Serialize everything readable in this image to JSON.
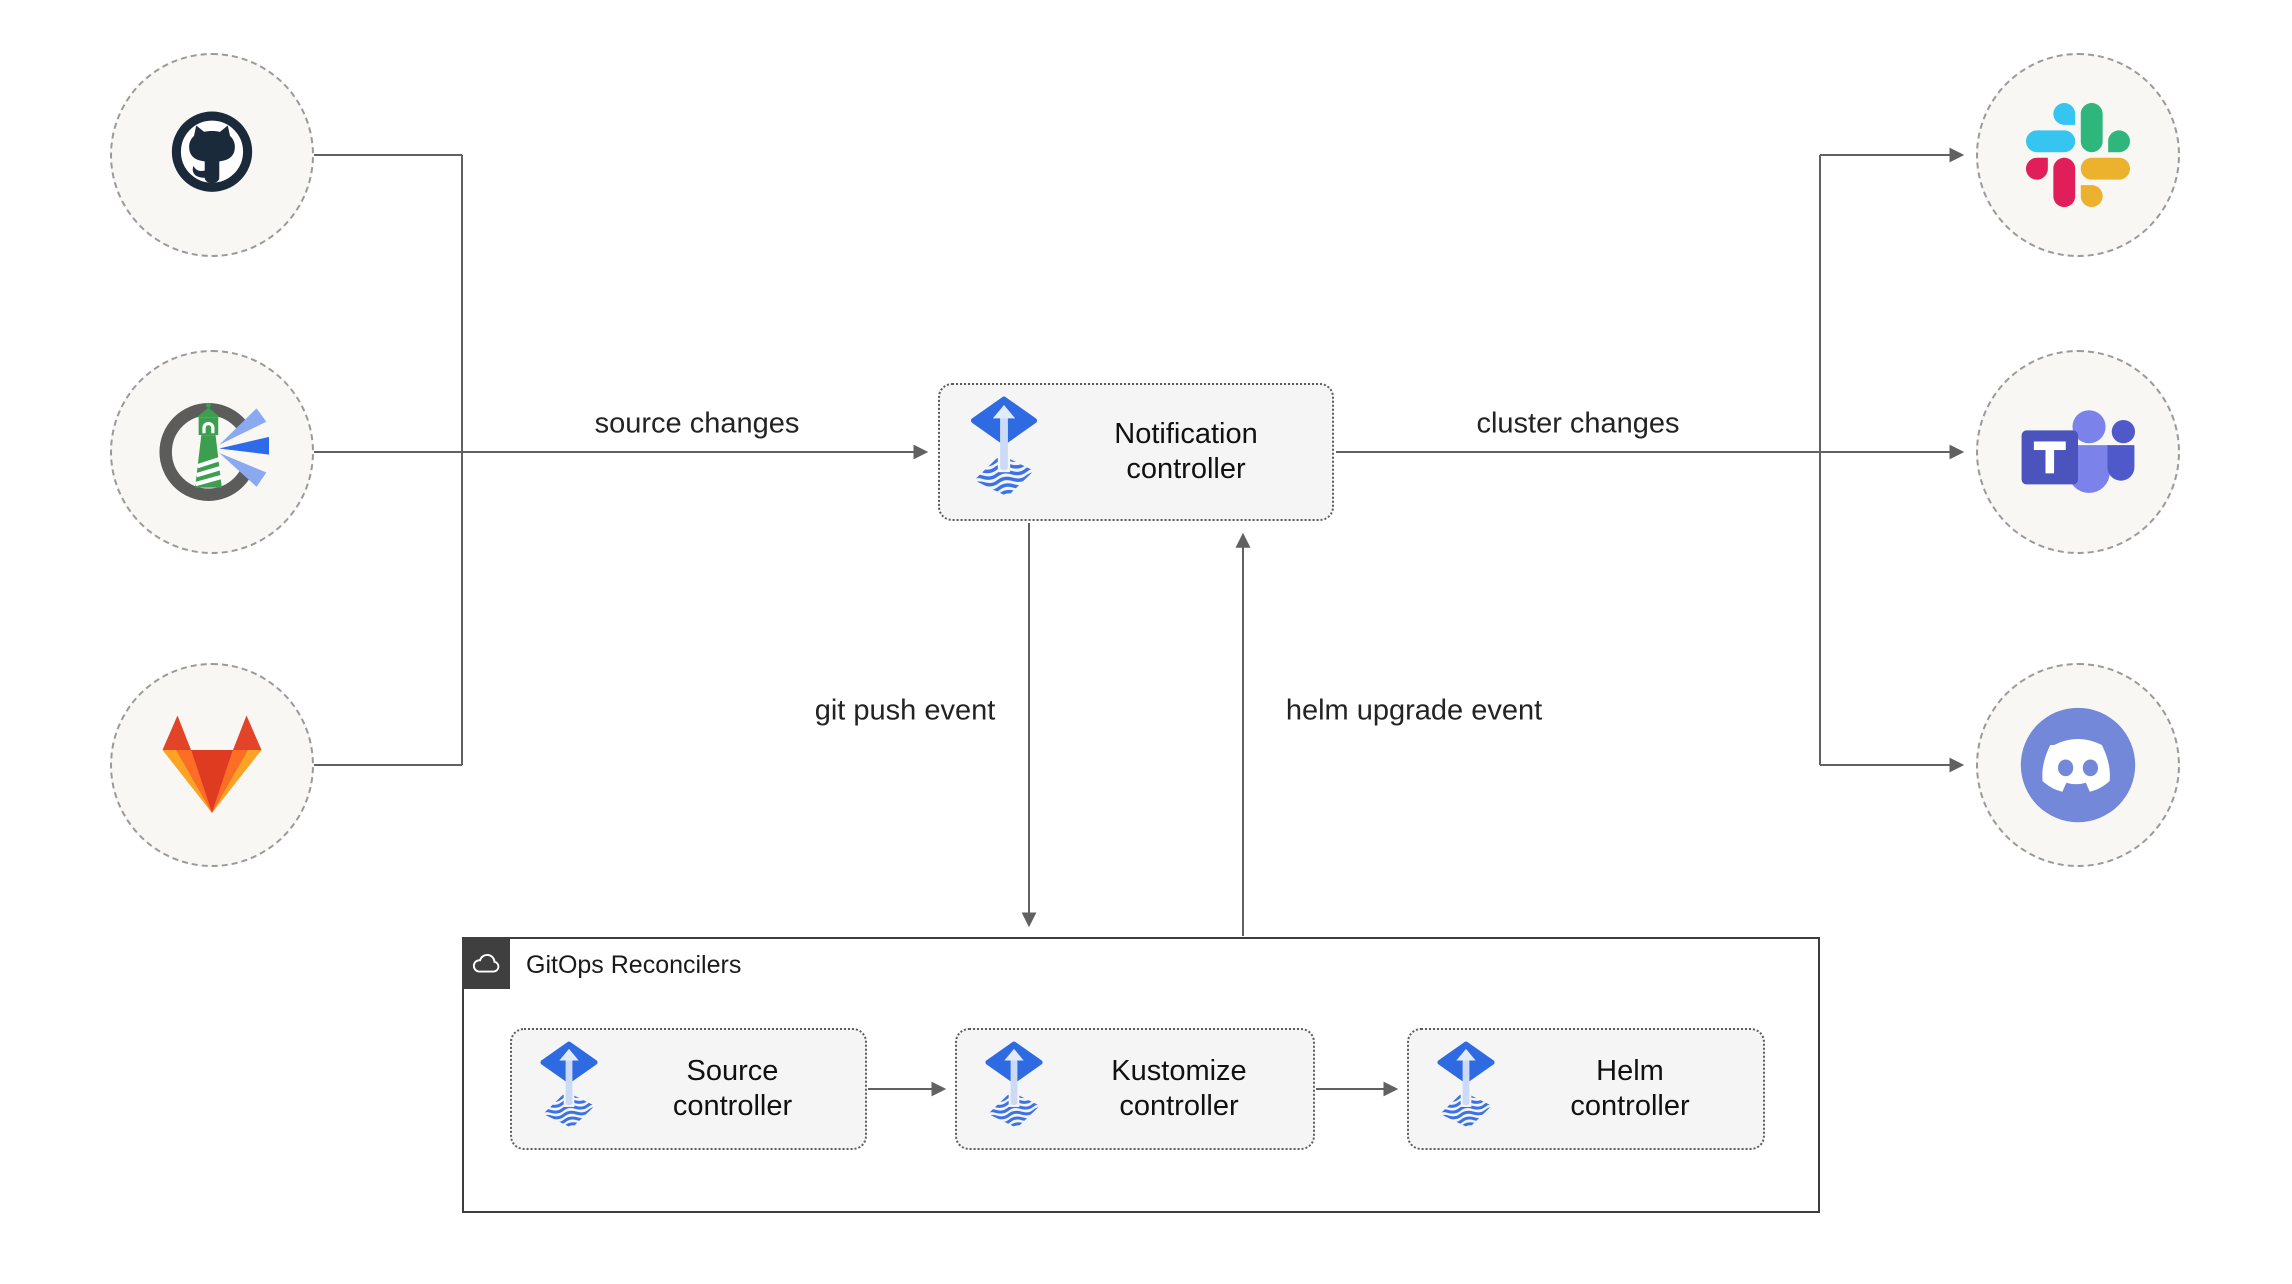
{
  "diagram": {
    "container": {
      "title": "GitOps Reconcilers"
    },
    "nodes": {
      "notification": {
        "label": "Notification controller"
      },
      "source": {
        "label": "Source controller"
      },
      "kustomize": {
        "label": "Kustomize controller"
      },
      "helm": {
        "label": "Helm controller"
      }
    },
    "edge_labels": {
      "source_changes": "source changes",
      "cluster_changes": "cluster changes",
      "git_push_event": "git push event",
      "helm_upgrade_event": "helm upgrade event"
    },
    "icons": {
      "left": [
        "github-icon",
        "harbor-icon",
        "gitlab-icon"
      ],
      "right": [
        "slack-icon",
        "teams-icon",
        "discord-icon"
      ],
      "node_icon": "flux-icon",
      "container_icon": "cloud-icon"
    },
    "colors": {
      "connector": "#616161",
      "flux_blue": "#2e6ae1",
      "box_fill": "#f5f5f5",
      "circle_fill": "#f8f7f4",
      "container_border": "#3d3d3d",
      "github_dark": "#1b2a3a",
      "gitlab_red": "#e24329",
      "gitlab_orange": "#fc6d26",
      "gitlab_yellow": "#fca326",
      "slack_blue": "#36c5f0",
      "slack_green": "#2eb67d",
      "slack_red": "#e01e5a",
      "slack_yellow": "#ecb22e",
      "teams_purple": "#4b53bc",
      "discord_blurple": "#7388d9",
      "harbor_green": "#3d9e4f"
    }
  }
}
